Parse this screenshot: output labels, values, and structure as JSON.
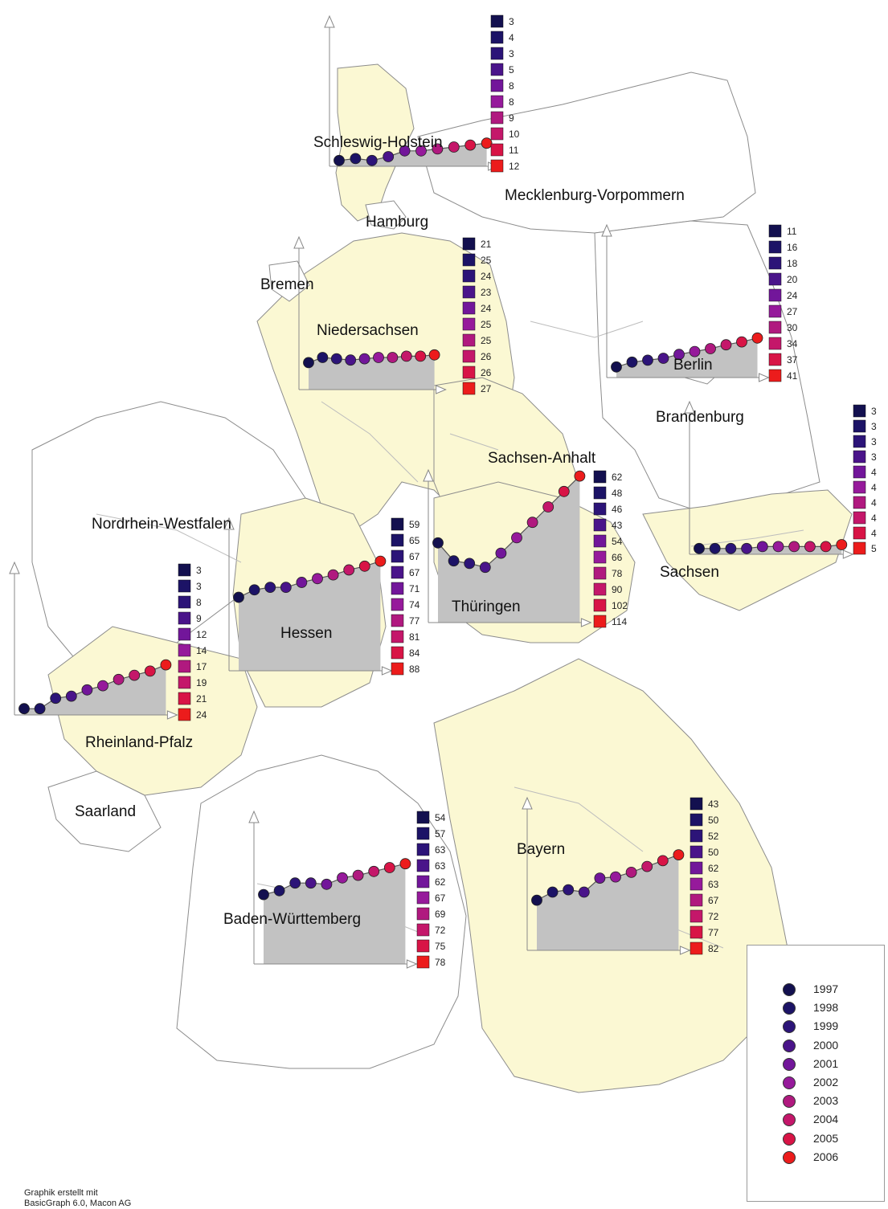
{
  "legend": [
    {
      "year": "1997",
      "color": "#13104f"
    },
    {
      "year": "1998",
      "color": "#1c1366"
    },
    {
      "year": "1999",
      "color": "#2c1478"
    },
    {
      "year": "2000",
      "color": "#4a148a"
    },
    {
      "year": "2001",
      "color": "#72169a"
    },
    {
      "year": "2002",
      "color": "#961a9b"
    },
    {
      "year": "2003",
      "color": "#b0197f"
    },
    {
      "year": "2004",
      "color": "#c4176a"
    },
    {
      "year": "2005",
      "color": "#d81446"
    },
    {
      "year": "2006",
      "color": "#ec1c1c"
    }
  ],
  "footnote": {
    "line1": "Graphik erstellt mit",
    "line2": "BasicGraph 6.0, Macon AG"
  },
  "labels": [
    "Schleswig-Holstein",
    "Mecklenburg-Vorpommern",
    "Hamburg",
    "Bremen",
    "Niedersachsen",
    "Berlin",
    "Brandenburg",
    "Sachsen-Anhalt",
    "Nordrhein-Westfalen",
    "Sachsen",
    "Hessen",
    "Thüringen",
    "Rheinland-Pfalz",
    "Saarland",
    "Bayern",
    "Baden-Württemberg"
  ],
  "chart_data": {
    "type": "area",
    "x": [
      "1997",
      "1998",
      "1999",
      "2000",
      "2001",
      "2002",
      "2003",
      "2004",
      "2005",
      "2006"
    ],
    "series": [
      {
        "name": "Schleswig-Holstein",
        "values": [
          3,
          4,
          3,
          5,
          8,
          8,
          9,
          10,
          11,
          12
        ]
      },
      {
        "name": "Niedersachsen",
        "values": [
          21,
          25,
          24,
          23,
          24,
          25,
          25,
          26,
          26,
          27
        ]
      },
      {
        "name": "Berlin",
        "values": [
          11,
          16,
          18,
          20,
          24,
          27,
          30,
          34,
          37,
          41
        ]
      },
      {
        "name": "Sachsen",
        "values": [
          3,
          3,
          3,
          3,
          4,
          4,
          4,
          4,
          4,
          5
        ]
      },
      {
        "name": "Sachsen-Anhalt",
        "values": [
          62,
          48,
          46,
          43,
          54,
          66,
          78,
          90,
          102,
          114
        ]
      },
      {
        "name": "Hessen",
        "values": [
          59,
          65,
          67,
          67,
          71,
          74,
          77,
          81,
          84,
          88
        ]
      },
      {
        "name": "Rheinland-Pfalz",
        "values": [
          3,
          3,
          8,
          9,
          12,
          14,
          17,
          19,
          21,
          24
        ]
      },
      {
        "name": "Baden-Württemberg",
        "values": [
          54,
          57,
          63,
          63,
          62,
          67,
          69,
          72,
          75,
          78
        ]
      },
      {
        "name": "Bayern",
        "values": [
          43,
          50,
          52,
          50,
          62,
          63,
          67,
          72,
          77,
          82
        ]
      }
    ]
  }
}
